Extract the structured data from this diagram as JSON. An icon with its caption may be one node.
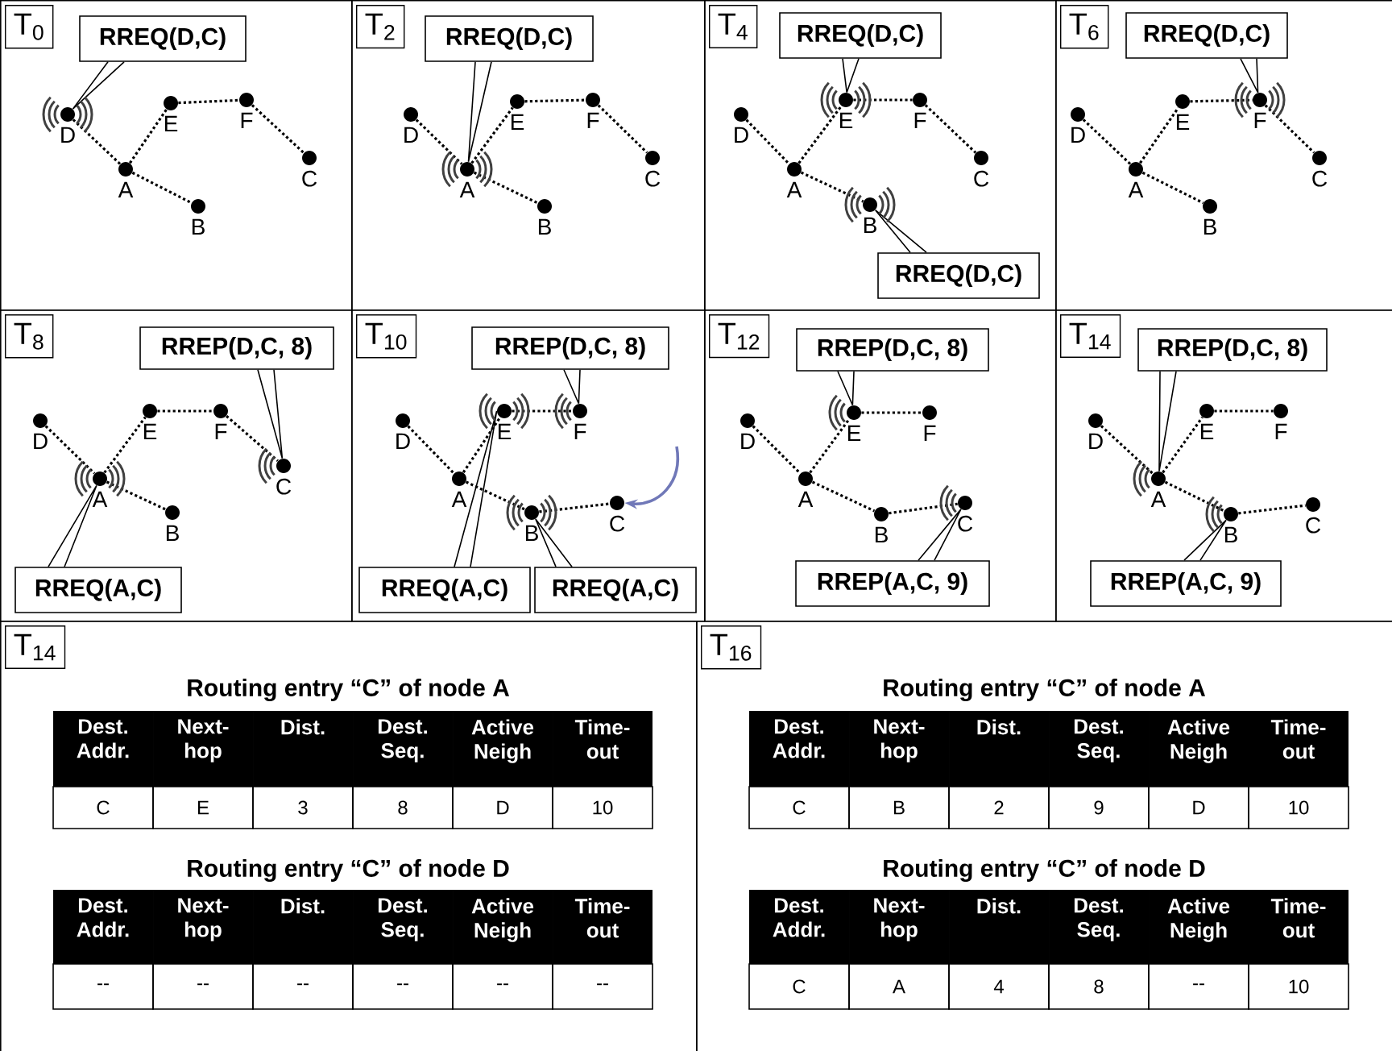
{
  "diagram": {
    "nodes": [
      {
        "text": [
          "T$_{0}$"
        ]
      },
      {
        "text": [
          "RREQ(D,C)"
        ],
        "in": 0
      },
      {
        "text": [
          "D"
        ],
        "in": 0
      },
      {
        "text": [
          "E"
        ],
        "in": 0
      },
      {
        "text": [
          "F"
        ],
        "in": 0
      },
      {
        "text": [
          "A"
        ],
        "in": 0
      },
      {
        "text": [
          "C"
        ],
        "in": 0
      },
      {
        "text": [
          "B"
        ],
        "in": 0
      },
      {
        "text": [
          "T$_{2}$"
        ]
      },
      {
        "text": [
          "RREQ(D,C)"
        ],
        "in": 8
      },
      {
        "text": [
          "D"
        ],
        "in": 8
      },
      {
        "text": [
          "E"
        ],
        "in": 8
      },
      {
        "text": [
          "F"
        ],
        "in": 8
      },
      {
        "text": [
          "A"
        ],
        "in": 8
      },
      {
        "text": [
          "C"
        ],
        "in": 8
      },
      {
        "text": [
          "B"
        ],
        "in": 8
      },
      {
        "text": [
          "T$_{4}$"
        ]
      },
      {
        "text": [
          "RREQ(D,C)"
        ],
        "in": 16
      },
      {
        "text": [
          "D"
        ],
        "in": 16
      },
      {
        "text": [
          "E"
        ],
        "in": 16
      },
      {
        "text": [
          "F"
        ],
        "in": 16
      },
      {
        "text": [
          "A"
        ],
        "in": 16
      },
      {
        "text": [
          "C"
        ],
        "in": 16
      },
      {
        "text": [
          "B"
        ],
        "in": 16
      },
      {
        "text": [
          "RREQ(D,C)"
        ],
        "in": 16
      },
      {
        "text": [
          "T$_{6}$"
        ]
      },
      {
        "text": [
          "RREQ(D,C)"
        ],
        "in": 25
      },
      {
        "text": [
          "D"
        ],
        "in": 25
      },
      {
        "text": [
          "E"
        ],
        "in": 25
      },
      {
        "text": [
          "F"
        ],
        "in": 25
      },
      {
        "text": [
          "A"
        ],
        "in": 25
      },
      {
        "text": [
          "C"
        ],
        "in": 25
      },
      {
        "text": [
          "B"
        ],
        "in": 25
      },
      {
        "text": [
          "T$_{8}$"
        ]
      },
      {
        "text": [
          "RREP(D,C, 8)"
        ],
        "in": 33
      },
      {
        "text": [
          "D"
        ],
        "in": 33
      },
      {
        "text": [
          "E"
        ],
        "in": 33
      },
      {
        "text": [
          "F"
        ],
        "in": 33
      },
      {
        "text": [
          "A"
        ],
        "in": 33
      },
      {
        "text": [
          "C"
        ],
        "in": 33
      },
      {
        "text": [
          "B"
        ],
        "in": 33
      },
      {
        "text": [
          "RREQ(A,C)"
        ],
        "in": 33
      },
      {
        "text": [
          "T$_{10}$"
        ]
      },
      {
        "text": [
          "RREP(D,C, 8)"
        ],
        "in": 42
      },
      {
        "text": [
          "D"
        ],
        "in": 42
      },
      {
        "text": [
          "E"
        ],
        "in": 42
      },
      {
        "text": [
          "F"
        ],
        "in": 42
      },
      {
        "text": [
          "A"
        ],
        "in": 42
      },
      {
        "text": [
          "C"
        ],
        "in": 42
      },
      {
        "text": [
          "B"
        ],
        "in": 42
      },
      {
        "text": [
          "RREQ(A,C)"
        ],
        "in": 42
      },
      {
        "text": [
          "RREQ(A,C)"
        ],
        "in": 42
      },
      {
        "text": [
          "T$_{12}$"
        ]
      },
      {
        "text": [
          "RREP(D,C, 8)"
        ],
        "in": 52
      },
      {
        "text": [
          "D"
        ],
        "in": 52
      },
      {
        "text": [
          "E"
        ],
        "in": 52
      },
      {
        "text": [
          "F"
        ],
        "in": 52
      },
      {
        "text": [
          "A"
        ],
        "in": 52
      },
      {
        "text": [
          "C"
        ],
        "in": 52
      },
      {
        "text": [
          "B"
        ],
        "in": 52
      },
      {
        "text": [
          "RREP(A,C, 9)"
        ],
        "in": 52
      },
      {
        "text": [
          "T$_{14}$"
        ]
      },
      {
        "text": [
          "RREP(D,C, 8)"
        ],
        "in": 61
      },
      {
        "text": [
          "D"
        ],
        "in": 61
      },
      {
        "text": [
          "E"
        ],
        "in": 61
      },
      {
        "text": [
          "F"
        ],
        "in": 61
      },
      {
        "text": [
          "A"
        ],
        "in": 61
      },
      {
        "text": [
          "C"
        ],
        "in": 61
      },
      {
        "text": [
          "B"
        ],
        "in": 61
      },
      {
        "text": [
          "RREP(A,C, 9)"
        ],
        "in": 61
      },
      {
        "text": [
          "T$_{14}$"
        ]
      },
      {
        "text": [
          "T$_{16}$"
        ]
      }
    ],
    "edges": [
      {
        "from": 1,
        "to": 2,
        "arrow": "none"
      },
      {
        "from": 2,
        "to": 5,
        "arrow": "none",
        "style": "dashed"
      },
      {
        "from": 5,
        "to": 3,
        "arrow": "none",
        "style": "dashed"
      },
      {
        "from": 3,
        "to": 4,
        "arrow": "none",
        "style": "dashed"
      },
      {
        "from": 4,
        "to": 6,
        "arrow": "none",
        "style": "dashed"
      },
      {
        "from": 5,
        "to": 7,
        "arrow": "none",
        "style": "dashed"
      },
      {
        "from": 9,
        "to": 13,
        "arrow": "none"
      },
      {
        "from": 10,
        "to": 13,
        "arrow": "none",
        "style": "dashed"
      },
      {
        "from": 13,
        "to": 11,
        "arrow": "none",
        "style": "dashed"
      },
      {
        "from": 11,
        "to": 12,
        "arrow": "none",
        "style": "dashed"
      },
      {
        "from": 12,
        "to": 14,
        "arrow": "none",
        "style": "dashed"
      },
      {
        "from": 13,
        "to": 15,
        "arrow": "none",
        "style": "dashed"
      },
      {
        "from": 17,
        "to": 19,
        "arrow": "none"
      },
      {
        "from": 18,
        "to": 21,
        "arrow": "none",
        "style": "dashed"
      },
      {
        "from": 21,
        "to": 19,
        "arrow": "none",
        "style": "dashed"
      },
      {
        "from": 19,
        "to": 20,
        "arrow": "none",
        "style": "dashed"
      },
      {
        "from": 20,
        "to": 22,
        "arrow": "none",
        "style": "dashed"
      },
      {
        "from": 21,
        "to": 23,
        "arrow": "none",
        "style": "dashed"
      },
      {
        "from": 24,
        "to": 23,
        "arrow": "none"
      },
      {
        "from": 26,
        "to": 29,
        "arrow": "none"
      },
      {
        "from": 27,
        "to": 30,
        "arrow": "none",
        "style": "dashed"
      },
      {
        "from": 30,
        "to": 28,
        "arrow": "none",
        "style": "dashed"
      },
      {
        "from": 28,
        "to": 29,
        "arrow": "none",
        "style": "dashed"
      },
      {
        "from": 29,
        "to": 31,
        "arrow": "none",
        "style": "dashed"
      },
      {
        "from": 30,
        "to": 32,
        "arrow": "none",
        "style": "dashed"
      },
      {
        "from": 34,
        "to": 39,
        "arrow": "none"
      },
      {
        "from": 35,
        "to": 38,
        "arrow": "none",
        "style": "dashed"
      },
      {
        "from": 38,
        "to": 36,
        "arrow": "none",
        "style": "dashed"
      },
      {
        "from": 36,
        "to": 37,
        "arrow": "none",
        "style": "dashed"
      },
      {
        "from": 37,
        "to": 39,
        "arrow": "none",
        "style": "dashed"
      },
      {
        "from": 38,
        "to": 40,
        "arrow": "none",
        "style": "dashed"
      },
      {
        "from": 41,
        "to": 38,
        "arrow": "none"
      },
      {
        "from": 43,
        "to": 46,
        "arrow": "none"
      },
      {
        "from": 44,
        "to": 47,
        "arrow": "none",
        "style": "dashed"
      },
      {
        "from": 47,
        "to": 45,
        "arrow": "none",
        "style": "dashed"
      },
      {
        "from": 45,
        "to": 46,
        "arrow": "none",
        "style": "dashed"
      },
      {
        "from": 47,
        "to": 49,
        "arrow": "none",
        "style": "dashed"
      },
      {
        "from": 49,
        "to": 48,
        "arrow": "none",
        "style": "dashed"
      },
      {
        "from": 50,
        "to": 45,
        "arrow": "none"
      },
      {
        "from": 51,
        "to": 49,
        "arrow": "none"
      },
      {
        "from": null,
        "to": 48,
        "arrow": "to",
        "color": "#7078b8"
      },
      {
        "from": 53,
        "to": 55,
        "arrow": "none"
      },
      {
        "from": 54,
        "to": 57,
        "arrow": "none",
        "style": "dashed"
      },
      {
        "from": 57,
        "to": 55,
        "arrow": "none",
        "style": "dashed"
      },
      {
        "from": 55,
        "to": 56,
        "arrow": "none",
        "style": "dashed"
      },
      {
        "from": 57,
        "to": 59,
        "arrow": "none",
        "style": "dashed"
      },
      {
        "from": 59,
        "to": 58,
        "arrow": "none",
        "style": "dashed"
      },
      {
        "from": 60,
        "to": 58,
        "arrow": "none"
      },
      {
        "from": 62,
        "to": 66,
        "arrow": "none"
      },
      {
        "from": 63,
        "to": 66,
        "arrow": "none",
        "style": "dashed"
      },
      {
        "from": 66,
        "to": 64,
        "arrow": "none",
        "style": "dashed"
      },
      {
        "from": 64,
        "to": 65,
        "arrow": "none",
        "style": "dashed"
      },
      {
        "from": 66,
        "to": 68,
        "arrow": "none",
        "style": "dashed"
      },
      {
        "from": 68,
        "to": 67,
        "arrow": "none",
        "style": "dashed"
      },
      {
        "from": 69,
        "to": 68,
        "arrow": "none"
      }
    ],
    "labels": [
      "Routing entry “C” of node A",
      "Dest. Addr.",
      "Next- hop",
      "Dist.",
      "Dest. Seq.",
      "Active Neigh",
      "Time- out",
      "C",
      "E",
      "3",
      "8",
      "D",
      "10",
      "Routing entry “C” of node D",
      "Dest. Addr.",
      "Next- hop",
      "Dist.",
      "Dest. Seq.",
      "Active Neigh",
      "Time- out",
      "--",
      "--",
      "--",
      "--",
      "--",
      "--",
      "Routing entry “C” of node A",
      "Dest. Addr.",
      "Next- hop",
      "Dist.",
      "Dest. Seq.",
      "Active Neigh",
      "Time- out",
      "C",
      "B",
      "2",
      "9",
      "D",
      "10",
      "Routing entry “C” of node D",
      "Dest. Addr.",
      "Next- hop",
      "Dist.",
      "Dest. Seq.",
      "Active Neigh",
      "Time- out",
      "C",
      "A",
      "4",
      "8",
      "--",
      "10"
    ]
  }
}
